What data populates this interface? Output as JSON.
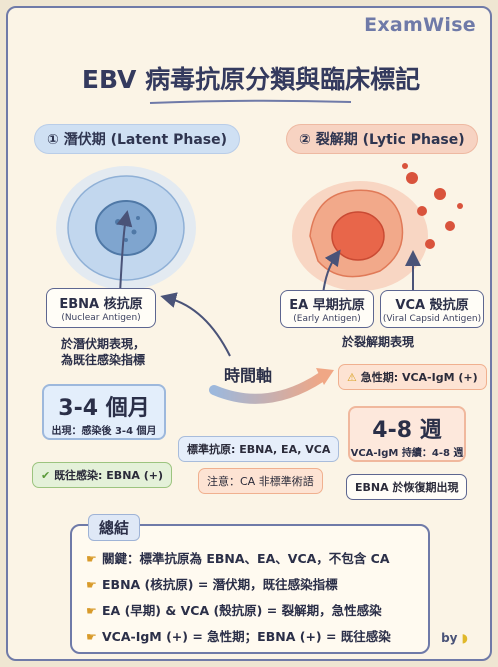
{
  "brand": "ExamWise",
  "title": "EBV 病毒抗原分類與臨床標記",
  "colors": {
    "accent": "#6f7aa8",
    "latent": "#9db8dc",
    "lytic": "#f0b89d",
    "positive": "#9cc47f"
  },
  "latent": {
    "pill": "① 潛伏期 (Latent Phase)",
    "antigen_name": "EBNA 核抗原",
    "antigen_en": "(Nuclear Antigen)",
    "note_line1": "於潛伏期表現，",
    "note_line2": "為既往感染指標",
    "time_big": "3-4 個月",
    "time_small": "出現：感染後 3-4 個月",
    "past_infection": "既往感染: EBNA (+)",
    "check_icon": "check-icon"
  },
  "lytic": {
    "pill": "② 裂解期 (Lytic Phase)",
    "ea_name": "EA 早期抗原",
    "ea_en": "(Early Antigen)",
    "vca_name": "VCA 殼抗原",
    "vca_en": "(Viral Capsid Antigen)",
    "note": "於裂解期表現",
    "acute": "急性期: VCA-IgM (+)",
    "warning_icon": "warning-icon",
    "time_big": "4-8 週",
    "time_small": "VCA-IgM 持續：4-8 週",
    "ebna_recovery": "EBNA 於恢復期出現"
  },
  "timeline_label": "時間軸",
  "standard_antigens": "標準抗原: EBNA, EA, VCA",
  "caution": "注意：CA 非標準術語",
  "summary": {
    "title": "總結",
    "rows": [
      "關鍵：標準抗原為 EBNA、EA、VCA，不包含 CA",
      "EBNA (核抗原) = 潛伏期，既往感染指標",
      "EA (早期) & VCA (殼抗原) = 裂解期，急性感染",
      "VCA-IgM (+) = 急性期；EBNA (+) = 既往感染"
    ]
  },
  "by": "by"
}
